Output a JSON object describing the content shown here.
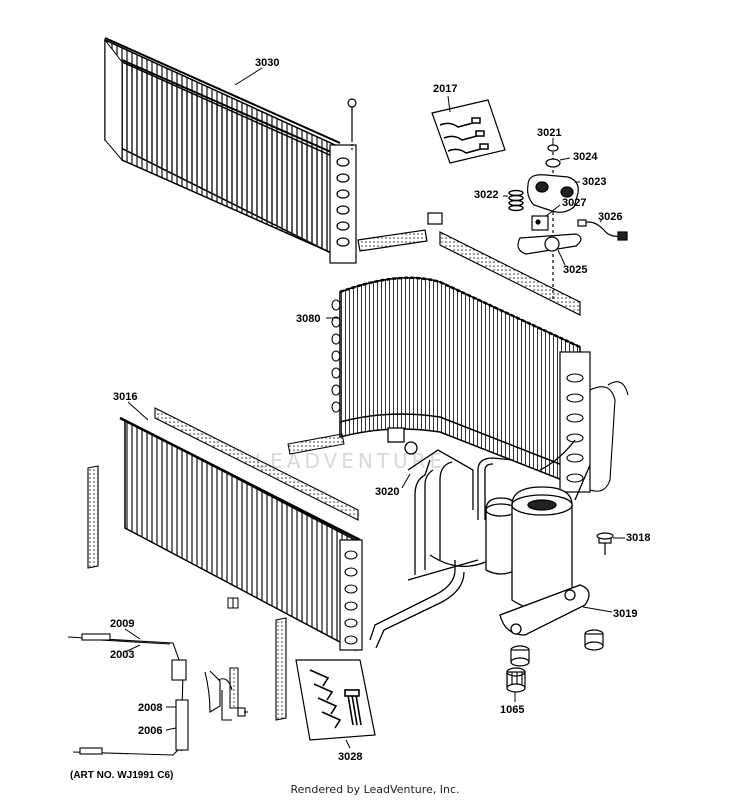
{
  "watermark": "LEADVENTURE",
  "art_number": "(ART NO. WJ1991 C6)",
  "footer": "Rendered by LeadVenture, Inc.",
  "part_labels": {
    "p3030": "3030",
    "p2017": "2017",
    "p3021": "3021",
    "p3024": "3024",
    "p3023": "3023",
    "p3022": "3022",
    "p3027": "3027",
    "p3026": "3026",
    "p3025": "3025",
    "p3080": "3080",
    "p3016": "3016",
    "p3020": "3020",
    "p3018": "3018",
    "p3019": "3019",
    "p2009": "2009",
    "p2003": "2003",
    "p2008": "2008",
    "p2006": "2006",
    "p1065": "1065",
    "p3028": "3028"
  }
}
